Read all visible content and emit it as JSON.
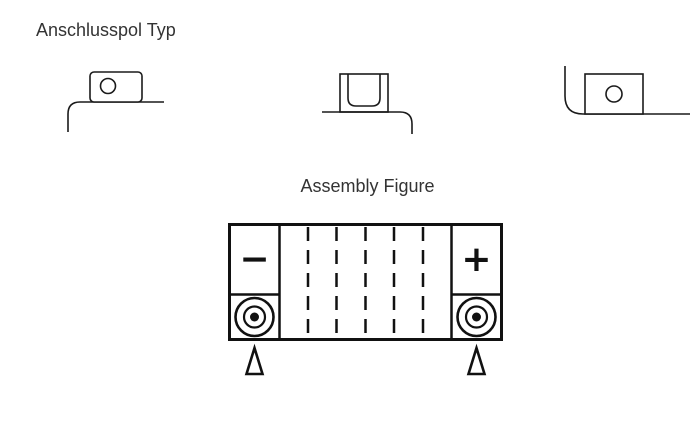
{
  "page": {
    "title": "Anschlusspol Typ",
    "assembly_title": "Assembly Figure",
    "background_color": "#ffffff",
    "line_color": "#1a1a1a",
    "text_color": "#333333"
  },
  "terminal_types": {
    "icons": [
      "terminal-top-post-icon",
      "terminal-recessed-nut-icon",
      "terminal-side-post-icon"
    ]
  },
  "battery": {
    "minus_label": "−",
    "plus_label": "+",
    "cells_dashed_dividers": 5,
    "terminals": [
      "left-negative-terminal",
      "right-positive-terminal"
    ],
    "arrow_markers": 2
  }
}
